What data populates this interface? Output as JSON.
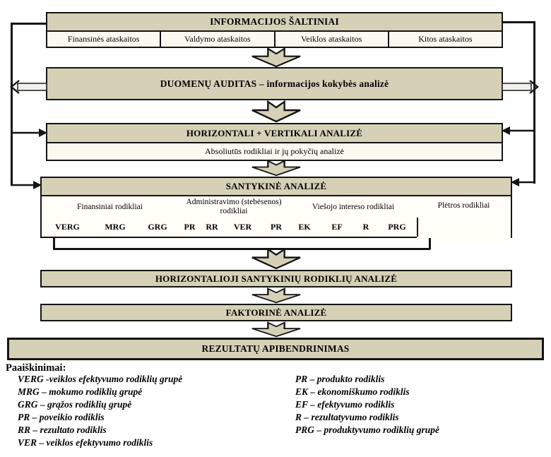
{
  "colors": {
    "box_fill": "#d6d0b7",
    "row_fill": "#fbfaf1",
    "border": "#141414",
    "feedback_arrow_fill": "#f1f1ee"
  },
  "boxes": {
    "info_sources": {
      "title": "INFORMACIJOS ŠALTINIAI",
      "items": [
        "Finansinės ataskaitos",
        "Valdymo ataskaitos",
        "Veiklos ataskaitos",
        "Kitos ataskaitos"
      ]
    },
    "duomenu": {
      "title": "DUOMENŲ AUDITAS – informacijos kokybės analizė"
    },
    "horizontali": {
      "title": "HORIZONTALI + VERTIKALI  ANALIZĖ",
      "subtitle": "Absoliutūs rodikliai ir jų pokyčių analizė"
    },
    "santykine": {
      "title": "SANTYKINĖ ANALIZĖ",
      "groups": [
        {
          "label": "Finansiniai rodikliai",
          "cells": [
            "VERG",
            "MRG",
            "GRG"
          ]
        },
        {
          "label": "Administravimo (stebėsenos) rodikliai",
          "cells": [
            "PR",
            "RR",
            "VER",
            "PR"
          ]
        },
        {
          "label": "Viešojo intereso rodikliai",
          "cells": [
            "EK",
            "EF",
            "R",
            "PRG"
          ]
        },
        {
          "label": "Plėtros rodikliai",
          "cells": []
        }
      ]
    },
    "horizontalioji": {
      "title": "HORIZONTALIOJI SANTYKINIŲ RODIKLIŲ ANALIZĖ"
    },
    "faktorine": {
      "title": "FAKTORINĖ ANALIZĖ"
    },
    "rezultatu": {
      "title": "REZULTATŲ APIBENDRINIMAS"
    }
  },
  "legend": {
    "title": "Paaiškinimai:",
    "left": [
      "VERG -veiklos efektyvumo rodiklių grupė",
      "MRG – mokumo rodiklių grupė",
      "GRG – grąžos rodiklių grupė",
      "PR – poveikio rodiklis",
      "RR – rezultato rodiklis",
      "VER – veiklos efektyvumo rodiklis"
    ],
    "right": [
      "PR – produkto rodiklis",
      "EK – ekonomiškumo rodiklis",
      "EF – efektyvumo rodiklis",
      "R – rezultatyvumo rodiklis",
      "PRG – produktyvumo rodiklių grupė"
    ]
  }
}
